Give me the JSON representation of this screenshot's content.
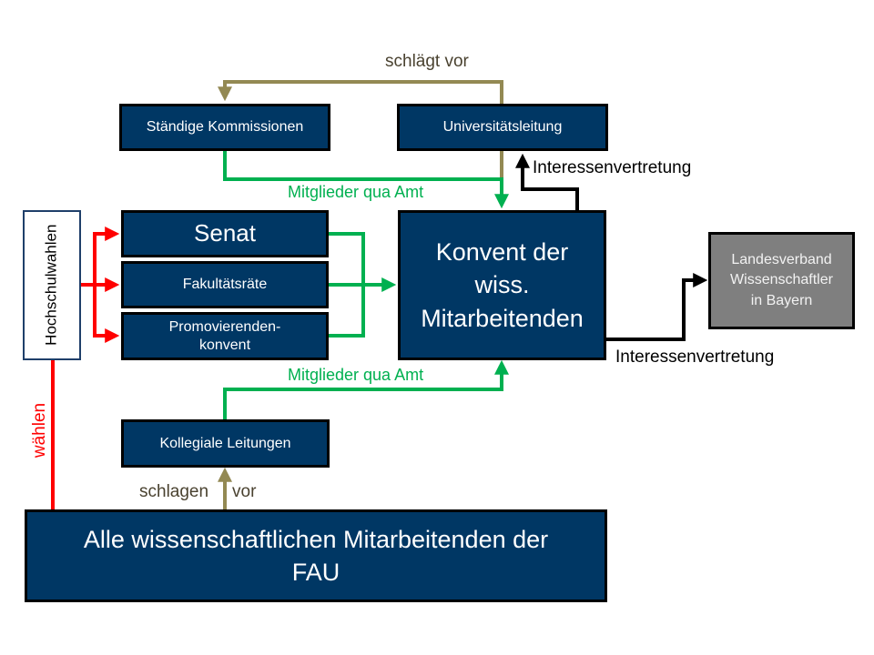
{
  "colors": {
    "box_fill": "#003764",
    "gray_box_fill": "#7f7f7f",
    "green": "#00b050",
    "red": "#ff0000",
    "olive": "#938953",
    "black": "#000000"
  },
  "boxes": {
    "staendige_kommissionen": "Ständige Kommissionen",
    "universitaetsleitung": "Universitätsleitung",
    "hochschulwahlen": "Hochschulwahlen",
    "senat": "Senat",
    "fakultaetsraete": "Fakultätsräte",
    "promovierenden_line1": "Promovierenden-",
    "promovierenden_line2": "konvent",
    "konvent_line1": "Konvent der",
    "konvent_line2": "wiss.",
    "konvent_line3": "Mitarbeitenden",
    "landesverband_line1": "Landesverband",
    "landesverband_line2": "Wissenschaftler",
    "landesverband_line3": "in Bayern",
    "kollegiale_leitungen": "Kollegiale Leitungen",
    "alle_line1": "Alle wissenschaftlichen Mitarbeitenden der",
    "alle_line2": "FAU"
  },
  "labels": {
    "schlaegt_vor": "schlägt vor",
    "mitglieder_top": "Mitglieder qua Amt",
    "mitglieder_bottom": "Mitglieder qua Amt",
    "interessen_top": "Interessenvertretung",
    "interessen_right": "Interessenvertretung",
    "waehlen": "wählen",
    "schlagen": "schlagen",
    "vor": "vor"
  }
}
